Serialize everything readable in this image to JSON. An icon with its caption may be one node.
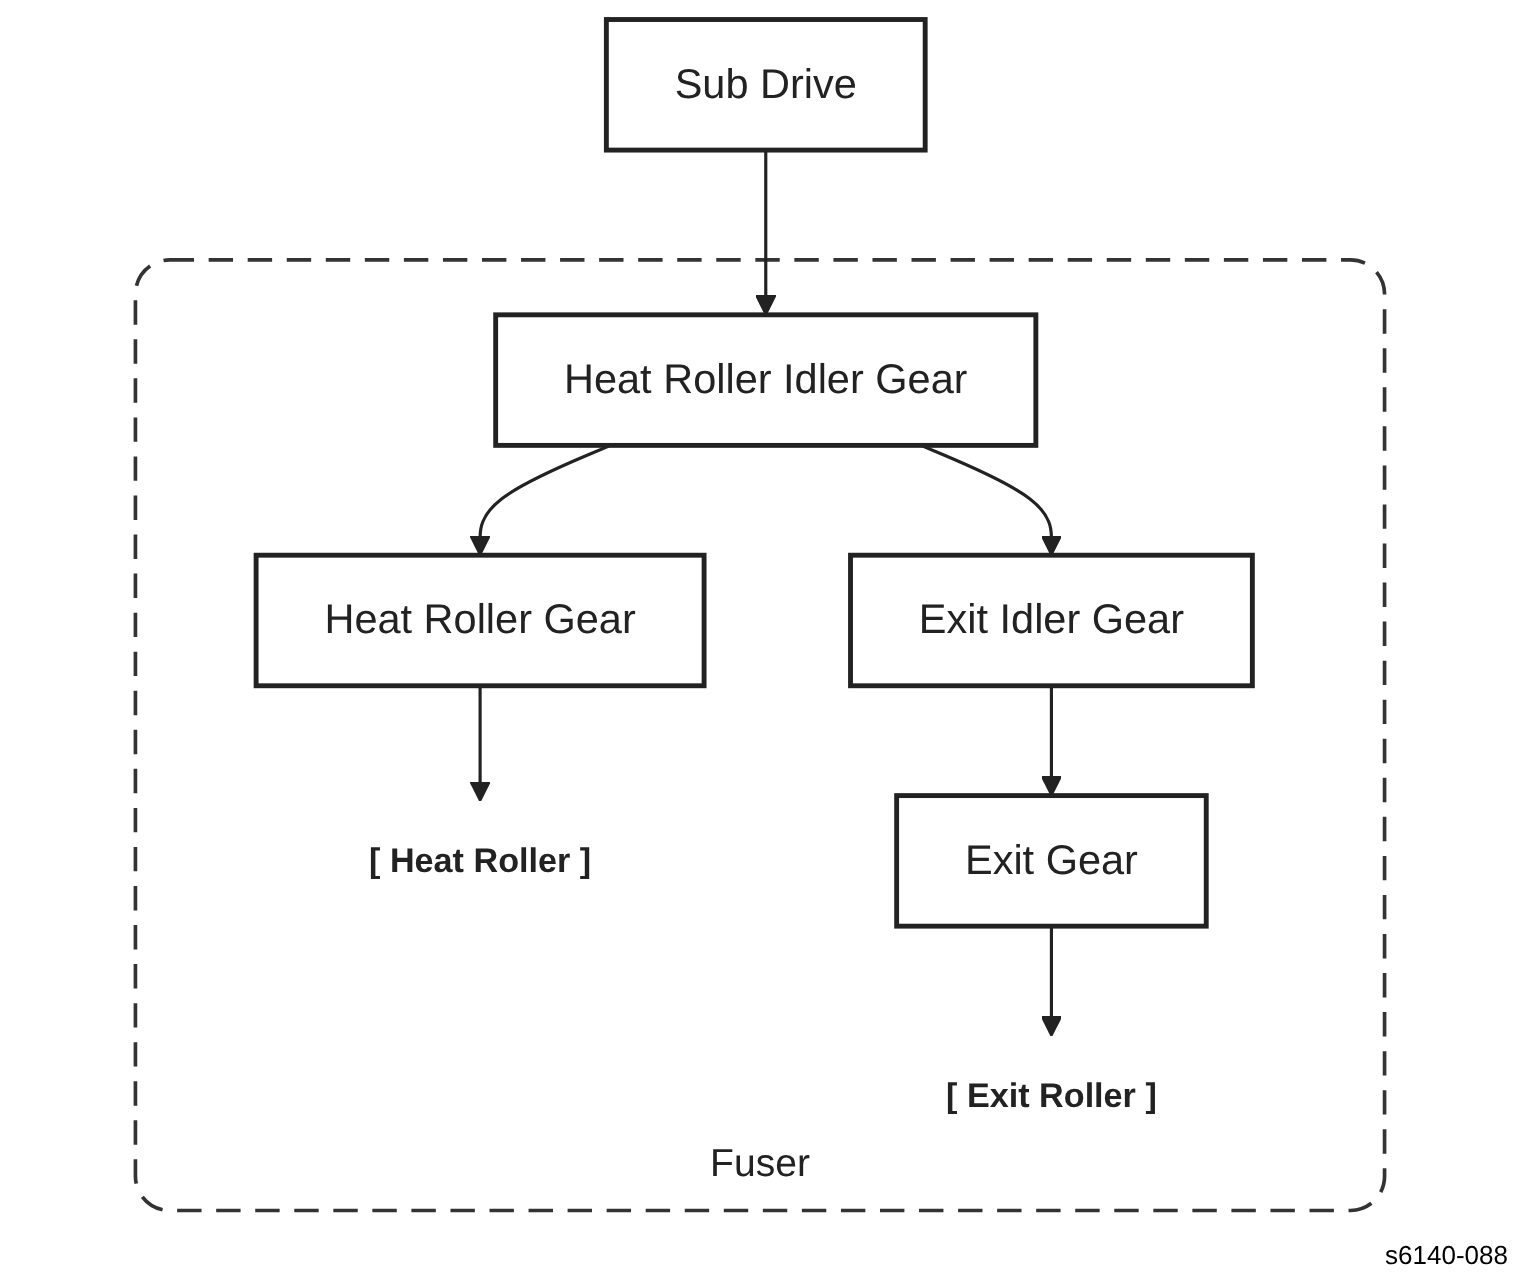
{
  "diagram": {
    "nodes": [
      {
        "text": [
          "Sub Drive"
        ]
      },
      {
        "text": [
          "Fuser"
        ]
      },
      {
        "text": [
          "Heat Roller Idler Gear"
        ],
        "in": 1
      },
      {
        "text": [
          "Heat Roller Gear"
        ],
        "in": 1
      },
      {
        "text": [
          "Exit Idler Gear"
        ],
        "in": 1
      },
      {
        "text": [
          "[ Heat Roller ]"
        ],
        "in": 1
      },
      {
        "text": [
          "Exit Gear"
        ],
        "in": 1
      },
      {
        "text": [
          "[ Exit Roller ]"
        ],
        "in": 1
      }
    ],
    "edges": [
      {
        "from": 0,
        "to": 2,
        "arrow": "to"
      },
      {
        "from": 2,
        "to": 3,
        "arrow": "to"
      },
      {
        "from": 2,
        "to": 4,
        "arrow": "to"
      },
      {
        "from": 3,
        "to": 5,
        "arrow": "to"
      },
      {
        "from": 4,
        "to": 6,
        "arrow": "to"
      },
      {
        "from": 6,
        "to": 7,
        "arrow": "to"
      }
    ],
    "labels": [
      "s6140-088"
    ]
  }
}
